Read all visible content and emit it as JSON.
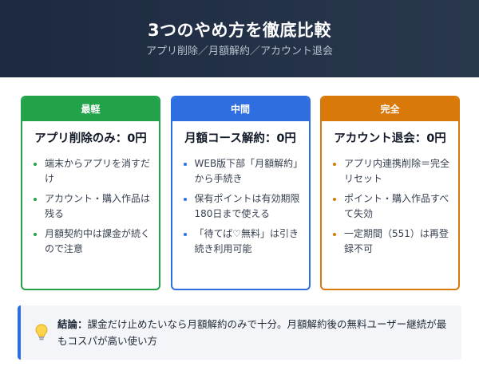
{
  "header": {
    "title": "3つのやめ方を徹底比較",
    "subtitle": "アプリ削除／月額解約／アカウント退会"
  },
  "cards": [
    {
      "tag": "最軽",
      "title": "アプリ削除のみ：0円",
      "color": "#22a34a",
      "items": [
        "端末からアプリを消すだけ",
        "アカウント・購入作品は残る",
        "月額契約中は課金が続くので注意"
      ]
    },
    {
      "tag": "中間",
      "title": "月額コース解約：0円",
      "color": "#2f6ee0",
      "items": [
        "WEB版下部「月額解約」から手続き",
        "保有ポイントは有効期限180日まで使える",
        "「待てば♡無料」は引き続き利用可能"
      ]
    },
    {
      "tag": "完全",
      "title": "アカウント退会：0円",
      "color": "#d9790a",
      "items": [
        "アプリ内連携削除＝完全リセット",
        "ポイント・購入作品すべて失効",
        "一定期間（551）は再登録不可"
      ]
    }
  ],
  "conclusion": {
    "icon": "lightbulb-icon",
    "label": "結論：",
    "text": "課金だけ止めたいなら月額解約のみで十分。月額解約後の無料ユーザー継続が最もコスパが高い使い方"
  }
}
